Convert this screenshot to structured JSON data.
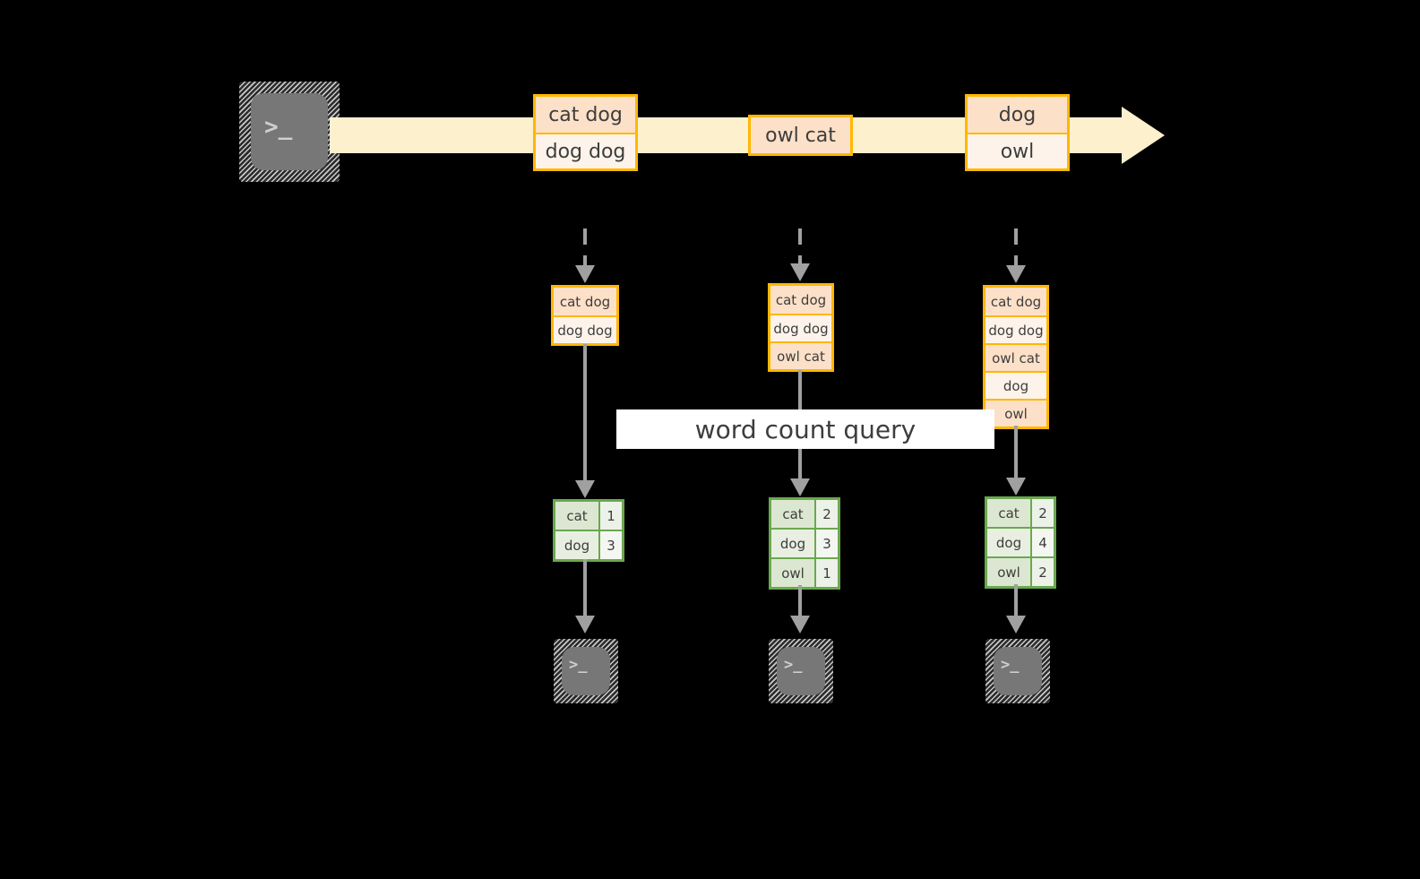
{
  "diagram": {
    "title_label": "word count query",
    "colors": {
      "stream_band": "#fdf0cd",
      "event_border": "#ffb700",
      "event_fill_dark": "#fce0c8",
      "event_fill_light": "#fdf3ea",
      "result_border": "#6aa84f",
      "result_fill": "#dce7d2",
      "connector": "#a0a0a0",
      "terminal_body": "#777777",
      "background": "#000000",
      "label_bg": "#ffffff",
      "text": "#3d3d3d"
    },
    "terminal_glyph": ">_",
    "producer_terminal": {
      "icon": "terminal-icon",
      "glyph": ">_"
    },
    "stream": {
      "events": [
        {
          "name": "event-group-1",
          "lines": [
            "cat dog",
            "dog dog"
          ]
        },
        {
          "name": "event-group-2",
          "lines": [
            "owl cat"
          ]
        },
        {
          "name": "event-group-3",
          "lines": [
            "dog",
            "owl"
          ]
        }
      ]
    },
    "columns": [
      {
        "name": "snapshot-1",
        "state_rows": [
          "cat dog",
          "dog dog"
        ],
        "results": [
          {
            "word": "cat",
            "count": "1"
          },
          {
            "word": "dog",
            "count": "3"
          }
        ],
        "consumer_terminal": {
          "icon": "terminal-icon",
          "glyph": ">_"
        }
      },
      {
        "name": "snapshot-2",
        "state_rows": [
          "cat dog",
          "dog dog",
          "owl cat"
        ],
        "results": [
          {
            "word": "cat",
            "count": "2"
          },
          {
            "word": "dog",
            "count": "3"
          },
          {
            "word": "owl",
            "count": "1"
          }
        ],
        "consumer_terminal": {
          "icon": "terminal-icon",
          "glyph": ">_"
        }
      },
      {
        "name": "snapshot-3",
        "state_rows": [
          "cat dog",
          "dog dog",
          "owl cat",
          "dog",
          "owl"
        ],
        "results": [
          {
            "word": "cat",
            "count": "2"
          },
          {
            "word": "dog",
            "count": "4"
          },
          {
            "word": "owl",
            "count": "2"
          }
        ],
        "consumer_terminal": {
          "icon": "terminal-icon",
          "glyph": ">_"
        }
      }
    ]
  }
}
